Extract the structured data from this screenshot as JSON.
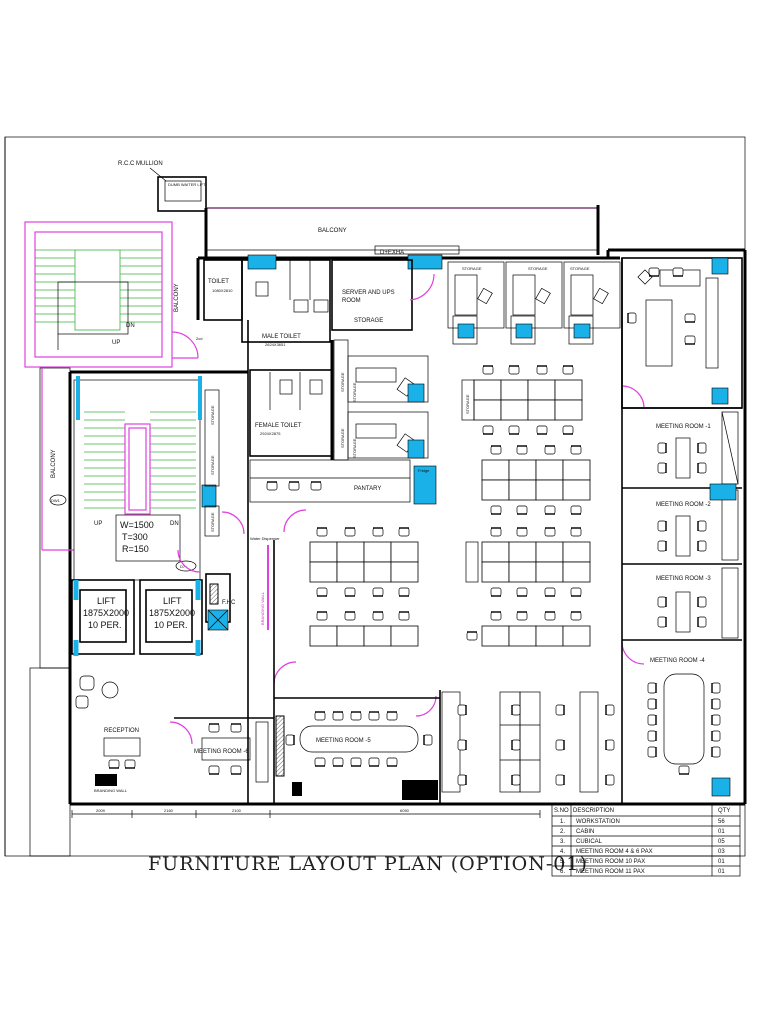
{
  "labels": {
    "rcc_mullion": "R.C.C MULLION",
    "dumb_waiter": "DUMB WAITER LIFT",
    "balcony_top": "BALCONY",
    "balcony_left": "BALCONY",
    "balcony_mid": "BALCONY",
    "dn_top": "DN",
    "up_top": "UP",
    "exhaust": "D+EXHA",
    "toilet": "TOILET",
    "toilet_dims": "1080X2810",
    "male_toilet": "MALE TOILET",
    "male_dims": "2624X3651",
    "female_toilet": "FEMALE TOILET",
    "female_dims": "2924X2875",
    "server_room": "SERVER AND UPS",
    "server_room_2": "ROOM",
    "storage_server": "STORAGE",
    "storage_1": "STORAGE",
    "storage_2": "STORAGE",
    "storage_3": "STORAGE",
    "storage_v1": "STORAGE",
    "storage_v2": "STORAGE",
    "storage_v3": "STORAGE",
    "storage_v4": "STORAGE",
    "storage_v5": "STORAGE",
    "storage_v6": "STORAGE",
    "storage_v7": "STORAGE",
    "storage_v8": "STORAGE",
    "pantary": "PANTARY",
    "fridge": "Fridge",
    "stair_w": "W=1500",
    "stair_t": "T=300",
    "stair_r": "R=150",
    "up_mid": "UP",
    "dn_mid": "DN",
    "dw1": "DW1",
    "d7": "D7",
    "lift1_a": "LIFT",
    "lift1_b": "1875X2000",
    "lift1_c": "10 PER.",
    "lift2_a": "LIFT",
    "lift2_b": "1875X2000",
    "lift2_c": "10 PER.",
    "fhc": "F.HC",
    "branding_wall_v": "BRANDING WALL",
    "water_dispenser": "Water Dispenser",
    "reception": "RECEPTION",
    "branding_wall_h": "BRANDING WALL",
    "meeting_1": "MEETING ROOM -1",
    "meeting_2": "MEETING ROOM -2",
    "meeting_3": "MEETING ROOM -3",
    "meeting_4": "MEETING ROOM -4",
    "meeting_5": "MEETING ROOM -5",
    "meeting_6": "MEETING ROOM -6",
    "door_2": "2cd",
    "dim_1": "2009",
    "dim_2": "2160",
    "dim_3": "2100",
    "dim_4": "6050",
    "title": "FURNITURE LAYOUT PLAN (OPTION-01)"
  },
  "legend": {
    "headers": [
      "S.NO",
      "DESCRIPTION",
      "QTY"
    ],
    "rows": [
      {
        "sno": "1.",
        "desc": "WORKSTATION",
        "qty": "56"
      },
      {
        "sno": "2.",
        "desc": "CABIN",
        "qty": "01"
      },
      {
        "sno": "3.",
        "desc": "CUBICAL",
        "qty": "05"
      },
      {
        "sno": "4.",
        "desc": "MEETING ROOM 4 & 6  PAX",
        "qty": "03"
      },
      {
        "sno": "5.",
        "desc": "MEETING ROOM 10 PAX",
        "qty": "01"
      },
      {
        "sno": "6.",
        "desc": "MEETING ROOM 11 PAX",
        "qty": "01"
      }
    ]
  },
  "colors": {
    "wall": "#000000",
    "accent_cyan": "#1ab0e8",
    "accent_magenta": "#d020d0",
    "stair_green": "#3cb043"
  }
}
